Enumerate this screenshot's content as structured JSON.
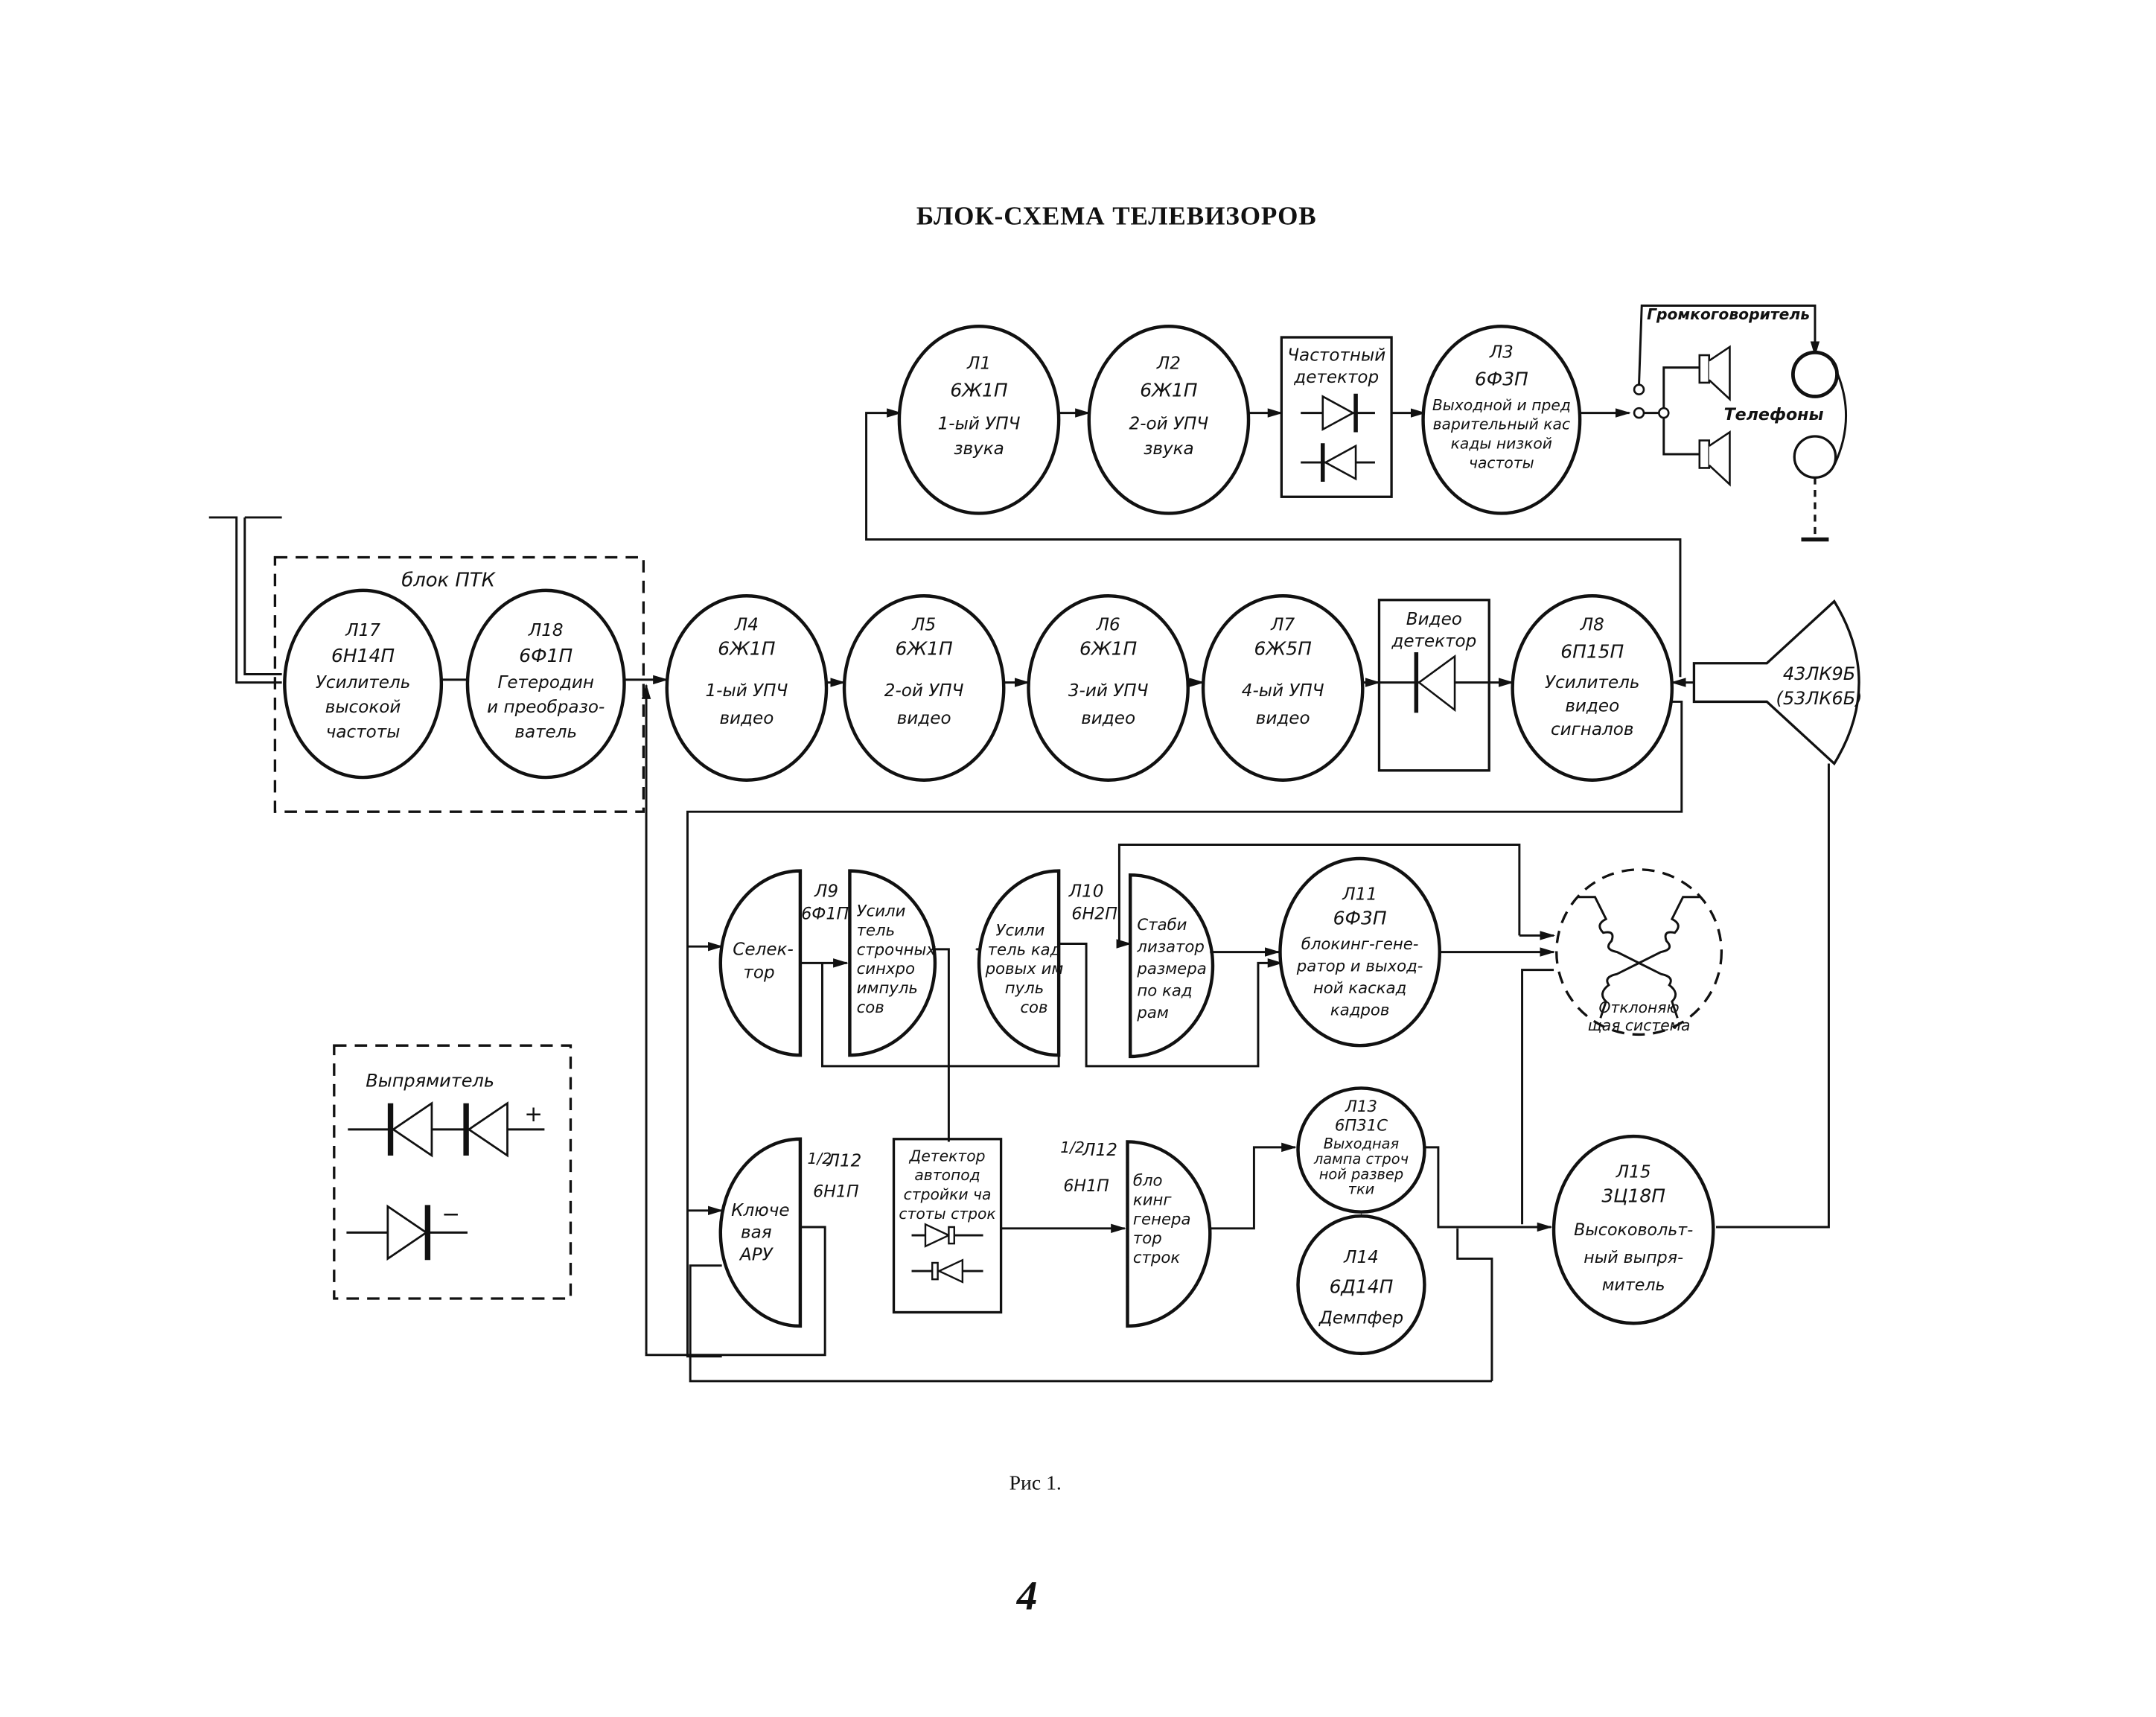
{
  "title": "БЛОК-СХЕМА ТЕЛЕВИЗОРОВ",
  "caption": "Рис 1.",
  "page_number": "4",
  "sound_channel": {
    "l1": {
      "tube": "Л1",
      "type": "6Ж1П",
      "lines": [
        "1-ый УПЧ",
        "звука"
      ]
    },
    "l2": {
      "tube": "Л2",
      "type": "6Ж1П",
      "lines": [
        "2-ой УПЧ",
        "звука"
      ]
    },
    "freq_detector": {
      "lines": [
        "Частотный",
        "детектор"
      ]
    },
    "l3": {
      "tube": "Л3",
      "type": "6Ф3П",
      "lines": [
        "Выходной и пред",
        "варительный кас",
        "кады низкой",
        "частоты"
      ]
    },
    "loudspeaker_label": "Громкоговоритель",
    "phones_label": "Телефоны"
  },
  "ptk_block": {
    "label": "блок ПТК",
    "l17": {
      "tube": "Л17",
      "type": "6Н14П",
      "lines": [
        "Усилитель",
        "высокой",
        "частоты"
      ]
    },
    "l18": {
      "tube": "Л18",
      "type": "6Ф1П",
      "lines": [
        "Гетеродин",
        "и преобразо-",
        "ватель"
      ]
    }
  },
  "video_channel": {
    "l4": {
      "tube": "Л4",
      "type": "6Ж1П",
      "lines": [
        "1-ый УПЧ",
        "видео"
      ]
    },
    "l5": {
      "tube": "Л5",
      "type": "6Ж1П",
      "lines": [
        "2-ой УПЧ",
        "видео"
      ]
    },
    "l6": {
      "tube": "Л6",
      "type": "6Ж1П",
      "lines": [
        "3-ий УПЧ",
        "видео"
      ]
    },
    "l7": {
      "tube": "Л7",
      "type": "6Ж5П",
      "lines": [
        "4-ый УПЧ",
        "видео"
      ]
    },
    "video_detector": {
      "lines": [
        "Видео",
        "детектор"
      ]
    },
    "l8": {
      "tube": "Л8",
      "type": "6П15П",
      "lines": [
        "Усилитель",
        "видео",
        "сигналов"
      ]
    },
    "crt": {
      "lines": [
        "43ЛК9Б",
        "(53ЛК6Б)"
      ]
    }
  },
  "sync_section": {
    "selector": {
      "lines": [
        "Селек-",
        "тор"
      ]
    },
    "l9": {
      "tube": "Л9",
      "type": "6Ф1П"
    },
    "line_sync_amp": {
      "lines": [
        "Усили",
        "тель",
        "строчных",
        "синхро",
        "импуль",
        "сов"
      ]
    },
    "frame_sync_amp": {
      "lines": [
        "Усили",
        "тель кад",
        "ровых им",
        "пуль",
        "сов"
      ]
    },
    "l10": {
      "tube": "Л10",
      "type": "6Н2П"
    },
    "frame_stabilizer": {
      "lines": [
        "Стаби",
        "лизатор",
        "размера",
        "по кад",
        "рам"
      ]
    },
    "l11": {
      "tube": "Л11",
      "type": "6Ф3П",
      "lines": [
        "блокинг-гене-",
        "ратор и выход-",
        "ной каскад",
        "кадров"
      ]
    },
    "deflection": {
      "lines": [
        "Отклоняю",
        "щая система"
      ]
    }
  },
  "line_section": {
    "agc": {
      "lines": [
        "Ключе",
        "вая",
        "АРУ"
      ]
    },
    "l12a": {
      "fraction": "1/2",
      "tube": "Л12",
      "type": "6Н1П"
    },
    "afc_detector": {
      "lines": [
        "Детектор",
        "автопод",
        "стройки ча",
        "стоты строк"
      ]
    },
    "l12b": {
      "fraction": "1/2",
      "tube": "Л12",
      "type": "6Н1П"
    },
    "line_blocking": {
      "lines": [
        "бло",
        "кинг",
        "генера",
        "тор",
        "строк"
      ]
    },
    "l13": {
      "tube": "Л13",
      "type": "6П31С",
      "lines": [
        "Выходная",
        "лампа строч",
        "ной развер",
        "тки"
      ]
    },
    "l14": {
      "tube": "Л14",
      "type": "6Д14П",
      "lines": [
        "Демпфер"
      ]
    },
    "l15": {
      "tube": "Л15",
      "type": "3Ц18П",
      "lines": [
        "Высоковольт-",
        "ный выпря-",
        "митель"
      ]
    }
  },
  "rectifier": {
    "label": "Выпрямитель",
    "plus": "+",
    "minus": "−"
  }
}
